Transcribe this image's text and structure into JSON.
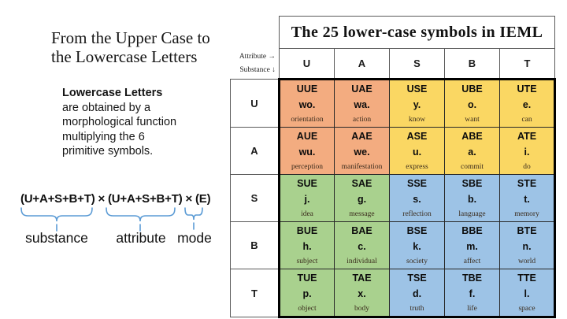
{
  "slide": {
    "title_lines": [
      "From the Upper Case to",
      "the Lowercase Letters"
    ],
    "paragraph_bold": "Lowercase Letters",
    "paragraph_lines": [
      "are obtained by a",
      "morphological function",
      "multiplying the 6",
      "primitive symbols."
    ],
    "formula": "(U+A+S+B+T) × (U+A+S+B+T) × (E)",
    "formula_parts": [
      {
        "label": "substance"
      },
      {
        "label": "attribute"
      },
      {
        "label": "mode"
      }
    ]
  },
  "table": {
    "title": "The 25 lower-case symbols in IEML",
    "axis": {
      "attribute": "Attribute →",
      "substance": "Substance ↓"
    },
    "columns": [
      "U",
      "A",
      "S",
      "B",
      "T"
    ],
    "rows": [
      {
        "label": "U",
        "cells": [
          {
            "code": "UUE",
            "symbol": "wo.",
            "meaning": "orientation"
          },
          {
            "code": "UAE",
            "symbol": "wa.",
            "meaning": "action"
          },
          {
            "code": "USE",
            "symbol": "y.",
            "meaning": "know"
          },
          {
            "code": "UBE",
            "symbol": "o.",
            "meaning": "want"
          },
          {
            "code": "UTE",
            "symbol": "e.",
            "meaning": "can"
          }
        ]
      },
      {
        "label": "A",
        "cells": [
          {
            "code": "AUE",
            "symbol": "wu.",
            "meaning": "perception"
          },
          {
            "code": "AAE",
            "symbol": "we.",
            "meaning": "manifestation"
          },
          {
            "code": "ASE",
            "symbol": "u.",
            "meaning": "express"
          },
          {
            "code": "ABE",
            "symbol": "a.",
            "meaning": "commit"
          },
          {
            "code": "ATE",
            "symbol": "i.",
            "meaning": "do"
          }
        ]
      },
      {
        "label": "S",
        "cells": [
          {
            "code": "SUE",
            "symbol": "j.",
            "meaning": "idea"
          },
          {
            "code": "SAE",
            "symbol": "g.",
            "meaning": "message"
          },
          {
            "code": "SSE",
            "symbol": "s.",
            "meaning": "reflection"
          },
          {
            "code": "SBE",
            "symbol": "b.",
            "meaning": "language"
          },
          {
            "code": "STE",
            "symbol": "t.",
            "meaning": "memory"
          }
        ]
      },
      {
        "label": "B",
        "cells": [
          {
            "code": "BUE",
            "symbol": "h.",
            "meaning": "subject"
          },
          {
            "code": "BAE",
            "symbol": "c.",
            "meaning": "individual"
          },
          {
            "code": "BSE",
            "symbol": "k.",
            "meaning": "society"
          },
          {
            "code": "BBE",
            "symbol": "m.",
            "meaning": "affect"
          },
          {
            "code": "BTE",
            "symbol": "n.",
            "meaning": "world"
          }
        ]
      },
      {
        "label": "T",
        "cells": [
          {
            "code": "TUE",
            "symbol": "p.",
            "meaning": "object"
          },
          {
            "code": "TAE",
            "symbol": "x.",
            "meaning": "body"
          },
          {
            "code": "TSE",
            "symbol": "d.",
            "meaning": "truth"
          },
          {
            "code": "TBE",
            "symbol": "f.",
            "meaning": "life"
          },
          {
            "code": "TTE",
            "symbol": "l.",
            "meaning": "space"
          }
        ]
      }
    ]
  },
  "colors": {
    "cell_orange": "#F3AC80",
    "cell_yellow": "#FAD763",
    "cell_green": "#A9D18E",
    "cell_blue": "#9DC3E6",
    "brace_blue": "#5B9BD5",
    "block_border": "#000000"
  }
}
